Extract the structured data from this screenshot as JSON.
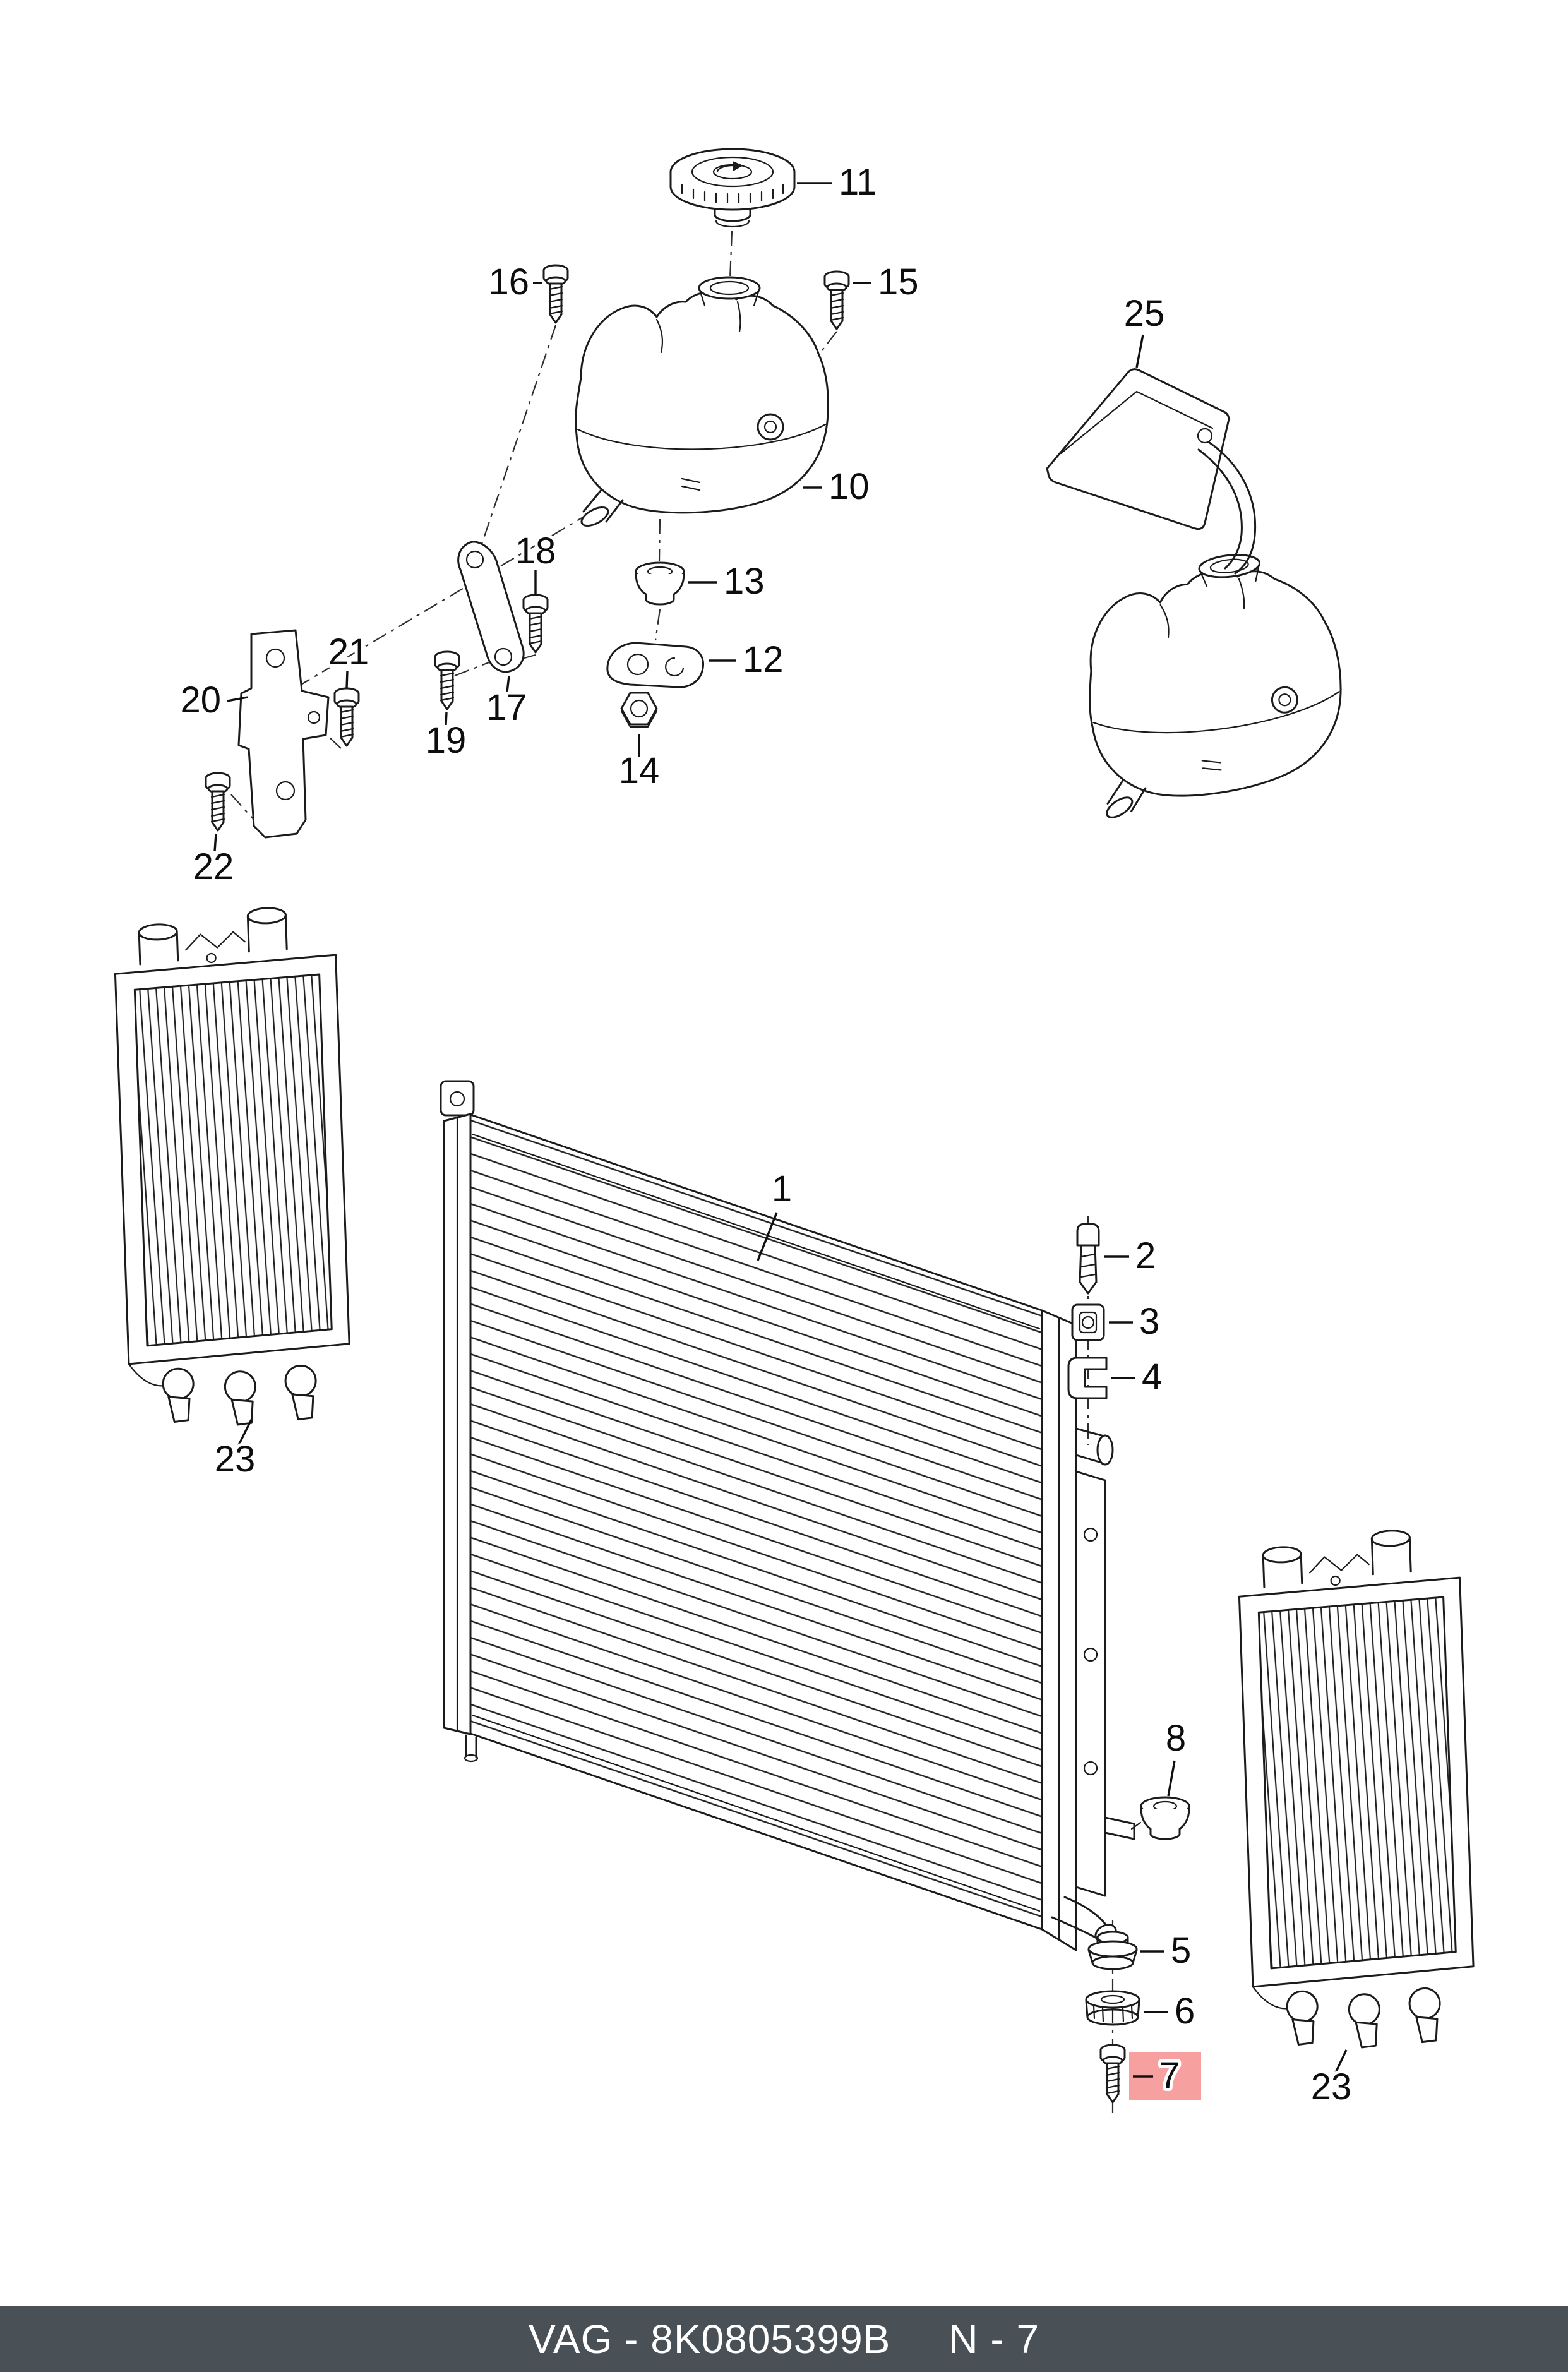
{
  "page": {
    "background": "#ffffff",
    "kind": "parts-catalog-exploded-diagram"
  },
  "diagram": {
    "subject": "engine cooling: main radiator, auxiliary radiators, expansion tank and mounting hardware",
    "highlight_color": "#f7a0a0",
    "highlighted_callout": "7",
    "callouts": {
      "c1": "1",
      "c2": "2",
      "c3": "3",
      "c4": "4",
      "c5": "5",
      "c6": "6",
      "c7": "7",
      "c8": "8",
      "c10": "10",
      "c11": "11",
      "c12": "12",
      "c13": "13",
      "c14": "14",
      "c15": "15",
      "c16": "16",
      "c17": "17",
      "c18": "18",
      "c19": "19",
      "c20": "20",
      "c21": "21",
      "c22": "22",
      "c23": "23",
      "c25": "25"
    }
  },
  "footer": {
    "brand": "VAG",
    "separator": " - ",
    "part_number": "8K0805399B",
    "page_code": "N - 7",
    "background": "#4a5156",
    "text_color": "#ffffff"
  }
}
